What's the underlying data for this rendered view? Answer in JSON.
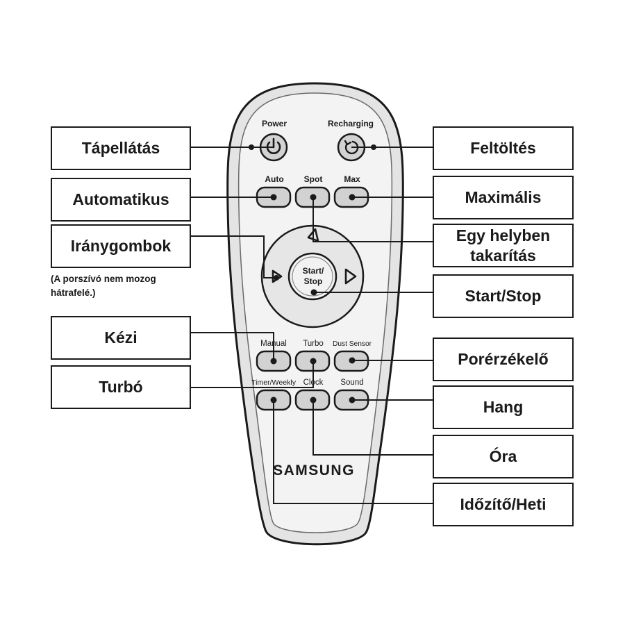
{
  "callouts": {
    "power": "Tápellátás",
    "recharge": "Feltöltés",
    "auto": "Automatikus",
    "max": "Maximális",
    "direction": "Iránygombok",
    "spot_line1": "Egy helyben",
    "spot_line2": "takarítás",
    "startstop": "Start/Stop",
    "manual": "Kézi",
    "dust": "Porérzékelő",
    "turbo": "Turbó",
    "sound": "Hang",
    "clock": "Óra",
    "timer": "Időzítő/Heti"
  },
  "note": {
    "line1": "(A porszívó nem mozog",
    "line2": "hátrafelé.)"
  },
  "remote": {
    "brand": "SAMSUNG",
    "labels": {
      "power": "Power",
      "recharging": "Recharging",
      "auto": "Auto",
      "spot": "Spot",
      "max": "Max",
      "start1": "Start/",
      "start2": "Stop",
      "manual": "Manual",
      "turbo": "Turbo",
      "dust": "Dust Sensor",
      "timer": "Timer/Weekly",
      "clock": "Clock",
      "sound": "Sound"
    }
  },
  "colors": {
    "ink": "#1a1a1a",
    "remote_body": "#e4e4e4",
    "remote_panel": "#f3f3f3",
    "button_fill": "#d2d2d2"
  }
}
